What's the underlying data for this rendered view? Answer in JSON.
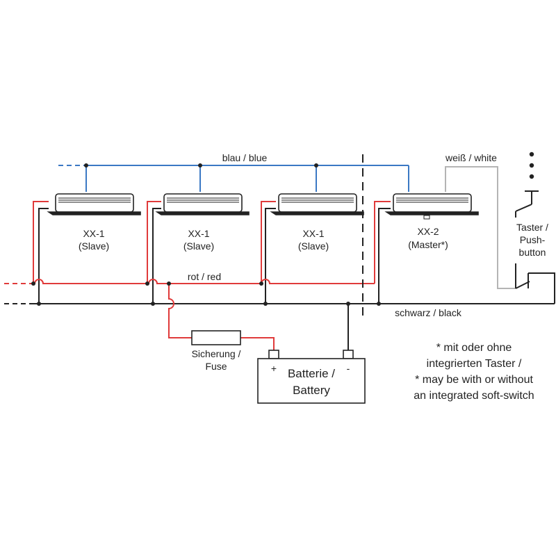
{
  "colors": {
    "blue_wire": "#3a78c4",
    "red_wire": "#e03a3a",
    "black_wire": "#222222",
    "white_wire": "#b4b4b4",
    "outline": "#222222"
  },
  "wires": {
    "blue": "blau / blue",
    "red": "rot / red",
    "black": "schwarz / black",
    "white": "weiß / white"
  },
  "devices": [
    {
      "model": "XX-1",
      "role": "(Slave)",
      "icon": "ceiling-fan-unit"
    },
    {
      "model": "XX-1",
      "role": "(Slave)",
      "icon": "ceiling-fan-unit"
    },
    {
      "model": "XX-1",
      "role": "(Slave)",
      "icon": "ceiling-fan-unit"
    },
    {
      "model": "XX-2",
      "role": "(Master*)",
      "icon": "ceiling-fan-unit"
    }
  ],
  "switch": {
    "line1": "Taster /",
    "line2": "Push-",
    "line3": "button"
  },
  "fuse": {
    "line1": "Sicherung /",
    "line2": "Fuse"
  },
  "battery": {
    "line1": "Batterie /",
    "line2": "Battery",
    "plus": "+",
    "minus": "-"
  },
  "footnote": [
    "* mit oder ohne",
    "integrierten Taster /",
    "* may be with or without",
    "an integrated soft-switch"
  ]
}
